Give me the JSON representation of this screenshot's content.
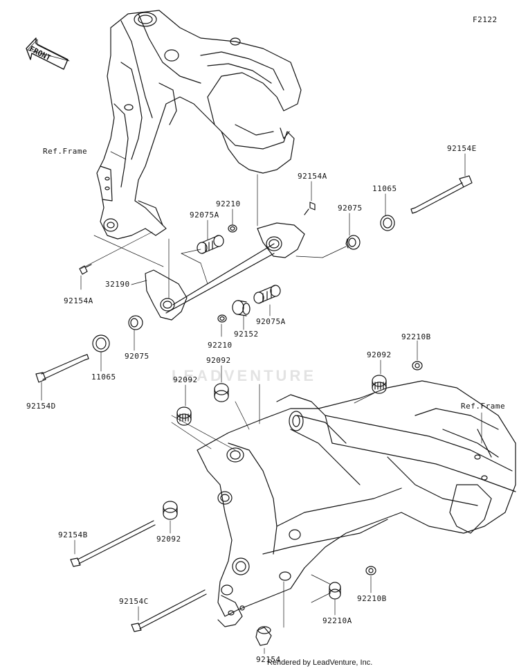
{
  "figure_code": "F2122",
  "front_label": "FRONT",
  "watermark": "LEADVENTURE",
  "footer": "Rendered by LeadVenture, Inc.",
  "labels": {
    "ref_frame_top": "Ref.Frame",
    "ref_frame_right": "Ref.Frame",
    "p92154E": "92154E",
    "p92154A_top": "92154A",
    "p11065_top": "11065",
    "p92075_top": "92075",
    "p92210_top": "92210",
    "p92075A_top": "92075A",
    "p92154A_left": "92154A",
    "p32190": "32190",
    "p92210_mid": "92210",
    "p92152": "92152",
    "p92075A_mid": "92075A",
    "p92075_left": "92075",
    "p11065_left": "11065",
    "p92154D": "92154D",
    "p92092_a": "92092",
    "p92092_b": "92092",
    "p92092_c": "92092",
    "p92210B_top": "92210B",
    "p92154B": "92154B",
    "p92092_d": "92092",
    "p92154C": "92154C",
    "p92210B_bot": "92210B",
    "p92210A": "92210A",
    "p92154": "92154"
  }
}
